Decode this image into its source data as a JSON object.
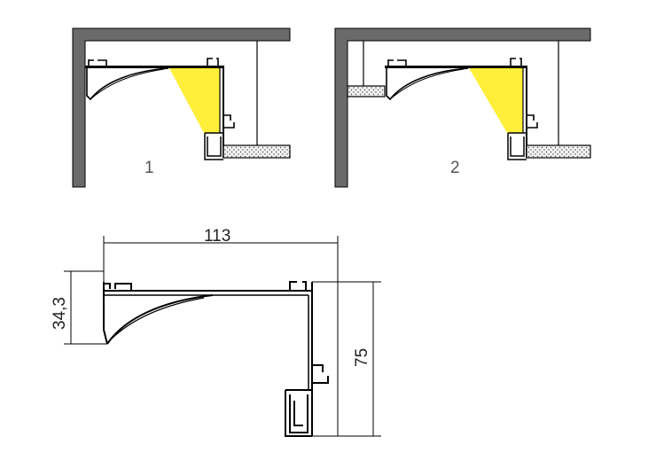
{
  "colors": {
    "wall": "#6a6a6a",
    "light": "#ffef3a",
    "line": "#000000",
    "board": "#e9e9e9"
  },
  "views": [
    {
      "label": "1"
    },
    {
      "label": "2"
    }
  ],
  "dimensions": {
    "width": "113",
    "height_small": "34,3",
    "height_total": "75"
  }
}
